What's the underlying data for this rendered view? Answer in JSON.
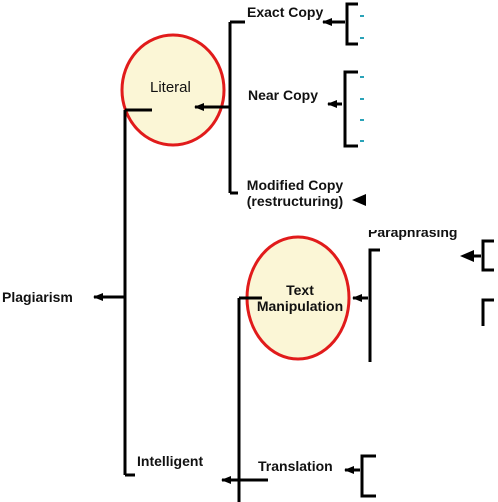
{
  "nodes": {
    "plagiarism": "Plagiarism",
    "literal": "Literal",
    "intelligent": "Intelligent",
    "exact_copy": "Exact Copy",
    "near_copy": "Near Copy",
    "modified_copy_line1": "Modified Copy",
    "modified_copy_line2": "(restructuring)",
    "paraphrasing": "Paraphrasing",
    "text_line1": "Text",
    "text_line2": "Manipulation",
    "translation": "Translation"
  },
  "colors": {
    "line": "#000000",
    "highlight_fill": "#fbf6d6",
    "highlight_stroke": "#e11b1b",
    "dash": "#2aa3b8"
  }
}
